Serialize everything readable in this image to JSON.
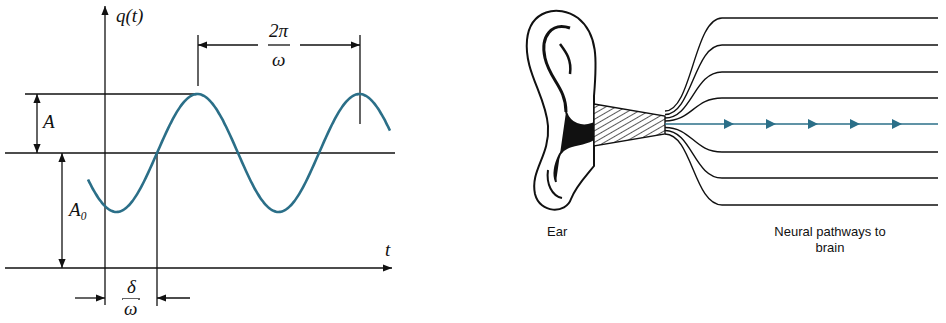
{
  "diagram": {
    "labels": [
      "q(t)",
      "2π",
      "ω",
      "A",
      "A₀",
      "t",
      "δ",
      "ω",
      "Ear",
      "Neural pathways to brain"
    ]
  }
}
